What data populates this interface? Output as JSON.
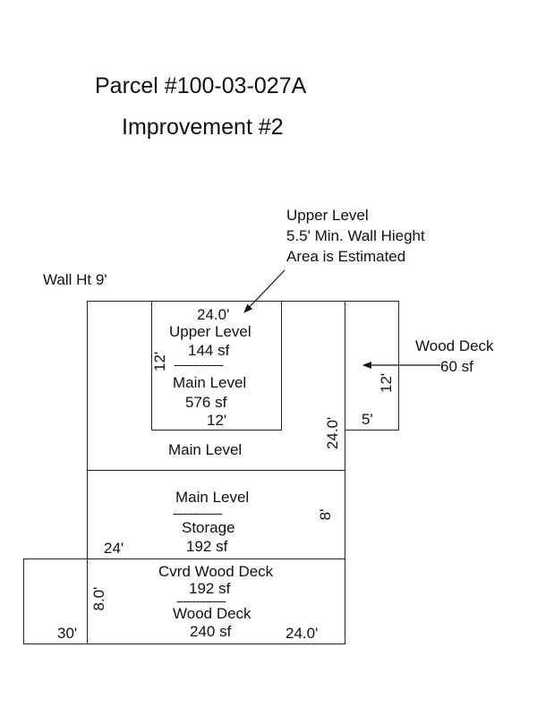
{
  "header": {
    "parcel": "Parcel #100-03-027A",
    "improvement": "Improvement #2"
  },
  "notes": {
    "wall_height": "Wall Ht 9'",
    "upper_note": [
      "Upper Level",
      "5.5' Min. Wall Hieght",
      "Area is Estimated"
    ],
    "wood_deck": [
      "Wood Deck",
      "60 sf"
    ]
  },
  "sketch": {
    "upper_box": {
      "dim_top": "24.0'",
      "label": "Upper Level",
      "area": "144 sf",
      "divider": "---------------",
      "lower_label": "Main Level",
      "lower_area": "576 sf",
      "dim_bottom": "12'",
      "dim_left": "12'"
    },
    "main_level_label": "Main Level",
    "right_dim": "24.0'",
    "deck_box": {
      "dim_right": "12'",
      "dim_bottom": "5'"
    },
    "storage_box": {
      "label": "Main Level",
      "divider": "---------------",
      "lower_label": "Storage",
      "area": "192 sf",
      "dim_left": "24'",
      "dim_right": "8'"
    },
    "covered_deck_box": {
      "label": "Cvrd Wood Deck",
      "area": "192 sf",
      "divider": "---------------",
      "lower_label": "Wood Deck",
      "lower_area": "240 sf",
      "dim_left": "8.0'",
      "dim_far_left": "30'",
      "dim_right": "24.0'"
    }
  }
}
